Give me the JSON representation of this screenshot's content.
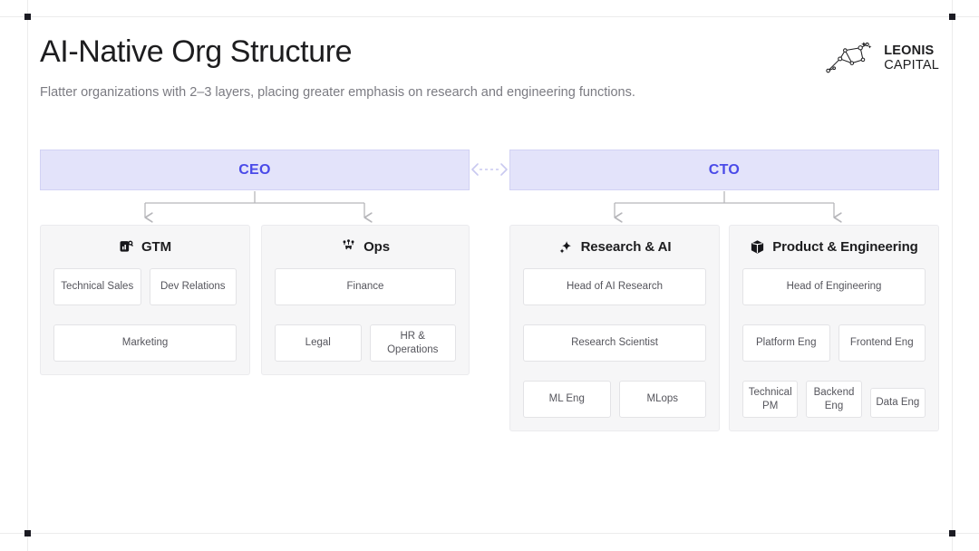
{
  "header": {
    "title": "AI-Native Org Structure",
    "subtitle": "Flatter organizations with 2–3 layers, placing greater emphasis on research and engineering functions."
  },
  "logo": {
    "mark": "leo-constellation-icon",
    "line1": "LEONIS",
    "line2": "CAPITAL"
  },
  "colors": {
    "exec_bar_bg": "#e3e3fa",
    "exec_bar_text": "#4a4ae8",
    "column_bg": "#f6f6f7",
    "node_bg": "#ffffff",
    "connector": "#b6b6ba",
    "peer_link": "#c8c8f0"
  },
  "chart_data": {
    "type": "diagram",
    "title": "AI-Native Org Structure",
    "subtitle": "Flatter organizations with 2–3 layers, placing greater emphasis on research and engineering functions.",
    "layout": "org-chart",
    "executives": [
      {
        "id": "ceo",
        "label": "CEO"
      },
      {
        "id": "cto",
        "label": "CTO"
      }
    ],
    "peer_relation": {
      "from": "ceo",
      "to": "cto",
      "style": "dashed",
      "direction": "bidirectional"
    },
    "columns": [
      {
        "id": "gtm",
        "title": "GTM",
        "icon": "bar-chart-search-icon",
        "parent": "ceo",
        "rows": [
          [
            "Technical Sales",
            "Dev Relations"
          ],
          [
            "Marketing"
          ]
        ]
      },
      {
        "id": "ops",
        "title": "Ops",
        "icon": "gear-nodes-icon",
        "parent": "ceo",
        "rows": [
          [
            "Finance"
          ],
          [
            "Legal",
            "HR & Operations"
          ]
        ]
      },
      {
        "id": "research",
        "title": "Research & AI",
        "icon": "sparkle-icon",
        "parent": "cto",
        "rows": [
          [
            "Head of AI Research"
          ],
          [
            "Research Scientist"
          ],
          [
            "ML Eng",
            "MLops"
          ]
        ]
      },
      {
        "id": "product_engineering",
        "title": "Product & Engineering",
        "icon": "cube-icon",
        "parent": "cto",
        "rows": [
          [
            "Head of Engineering"
          ],
          [
            "Platform Eng",
            "Frontend Eng"
          ],
          [
            "Technical PM",
            "Backend Eng",
            "Data Eng"
          ]
        ]
      }
    ]
  },
  "gtm": {
    "title": "GTM",
    "r1c1": "Technical Sales",
    "r1c2": "Dev Relations",
    "r2c1": "Marketing"
  },
  "ops": {
    "title": "Ops",
    "r1c1": "Finance",
    "r2c1": "Legal",
    "r2c2": "HR & Operations"
  },
  "research": {
    "title": "Research & AI",
    "r1c1": "Head of AI Research",
    "r2c1": "Research Scientist",
    "r3c1": "ML Eng",
    "r3c2": "MLops"
  },
  "product_engineering": {
    "title": "Product & Engineering",
    "r1c1": "Head of Engineering",
    "r2c1": "Platform Eng",
    "r2c2": "Frontend Eng",
    "r3c1": "Technical PM",
    "r3c2": "Backend Eng",
    "r3c3": "Data Eng"
  },
  "exec": {
    "ceo": "CEO",
    "cto": "CTO"
  }
}
